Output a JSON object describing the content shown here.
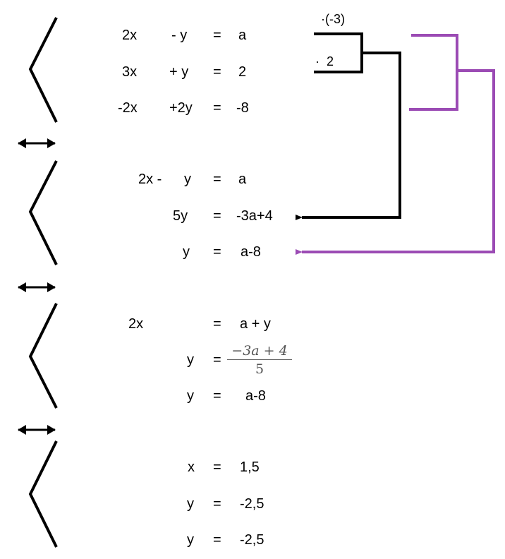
{
  "block1": {
    "rows": [
      {
        "x": "2x",
        "y": "- y",
        "eq": "=",
        "rhs": "a"
      },
      {
        "x": "3x",
        "y": "+ y",
        "eq": "=",
        "rhs": "2"
      },
      {
        "x": "-2x",
        "y": "+2y",
        "eq": "=",
        "rhs": "-8"
      }
    ],
    "multiplier_top": "·(-3)",
    "multiplier_bottom": "·  2"
  },
  "block2": {
    "rows": [
      {
        "lhs": "2x -",
        "y": "y",
        "eq": "=",
        "rhs": "a"
      },
      {
        "y": "5y",
        "eq": "=",
        "rhs": "-3a+4"
      },
      {
        "y": "y",
        "eq": "=",
        "rhs": "a-8"
      }
    ]
  },
  "block3": {
    "rows": [
      {
        "lhs": "2x",
        "eq": "=",
        "rhs": "a + y"
      },
      {
        "y": "y",
        "eq": "=",
        "rhs_num": "−3a + 4",
        "rhs_den": "5"
      },
      {
        "y": "y",
        "eq": "=",
        "rhs": "a-8"
      }
    ]
  },
  "block4": {
    "rows": [
      {
        "y": "x",
        "eq": "=",
        "rhs": "1,5"
      },
      {
        "y": "y",
        "eq": "=",
        "rhs": "-2,5"
      },
      {
        "y": "y",
        "eq": "=",
        "rhs": "-2,5"
      }
    ]
  },
  "colors": {
    "black": "#000000",
    "purple": "#9b4bb4"
  },
  "icons": {
    "equivalence": "double-arrow-icon",
    "system": "chevron-brace-icon"
  }
}
